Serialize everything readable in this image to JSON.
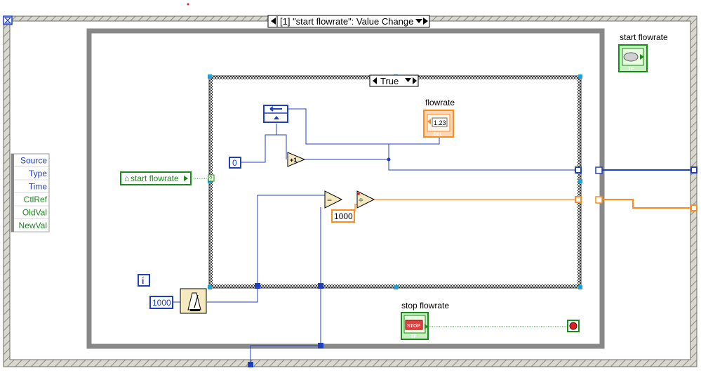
{
  "event_structure": {
    "selector_text": "[1] \"start flowrate\": Value Change",
    "event_data_node": [
      "Source",
      "Type",
      "Time",
      "CtlRef",
      "OldVal",
      "NewVal"
    ]
  },
  "case_structure": {
    "selector_text": "True"
  },
  "controls": {
    "start_flowrate_label": "start flowrate",
    "start_flowrate_badge": "TF",
    "stop_flowrate_label": "stop flowrate",
    "stop_button_text": "STOP",
    "stop_flowrate_badge": "TF"
  },
  "indicators": {
    "flowrate_label": "flowrate",
    "flowrate_display": "1.23",
    "flowrate_badge": "DBL"
  },
  "local_variable": {
    "text": "start flowrate"
  },
  "constants": {
    "zero": "0",
    "divisor": "1000",
    "wait_ms": "1000"
  },
  "nodes": {
    "increment": "+1",
    "subtract": "−",
    "divide": "÷"
  },
  "iteration_terminal": "i",
  "colors": {
    "structure_gray": "#888888",
    "int_wire": "#1f3fbf",
    "dbl_wire": "#ff8c1a",
    "bool_green": "#1a8a1a",
    "selection_blue": "#1aa3e0"
  }
}
